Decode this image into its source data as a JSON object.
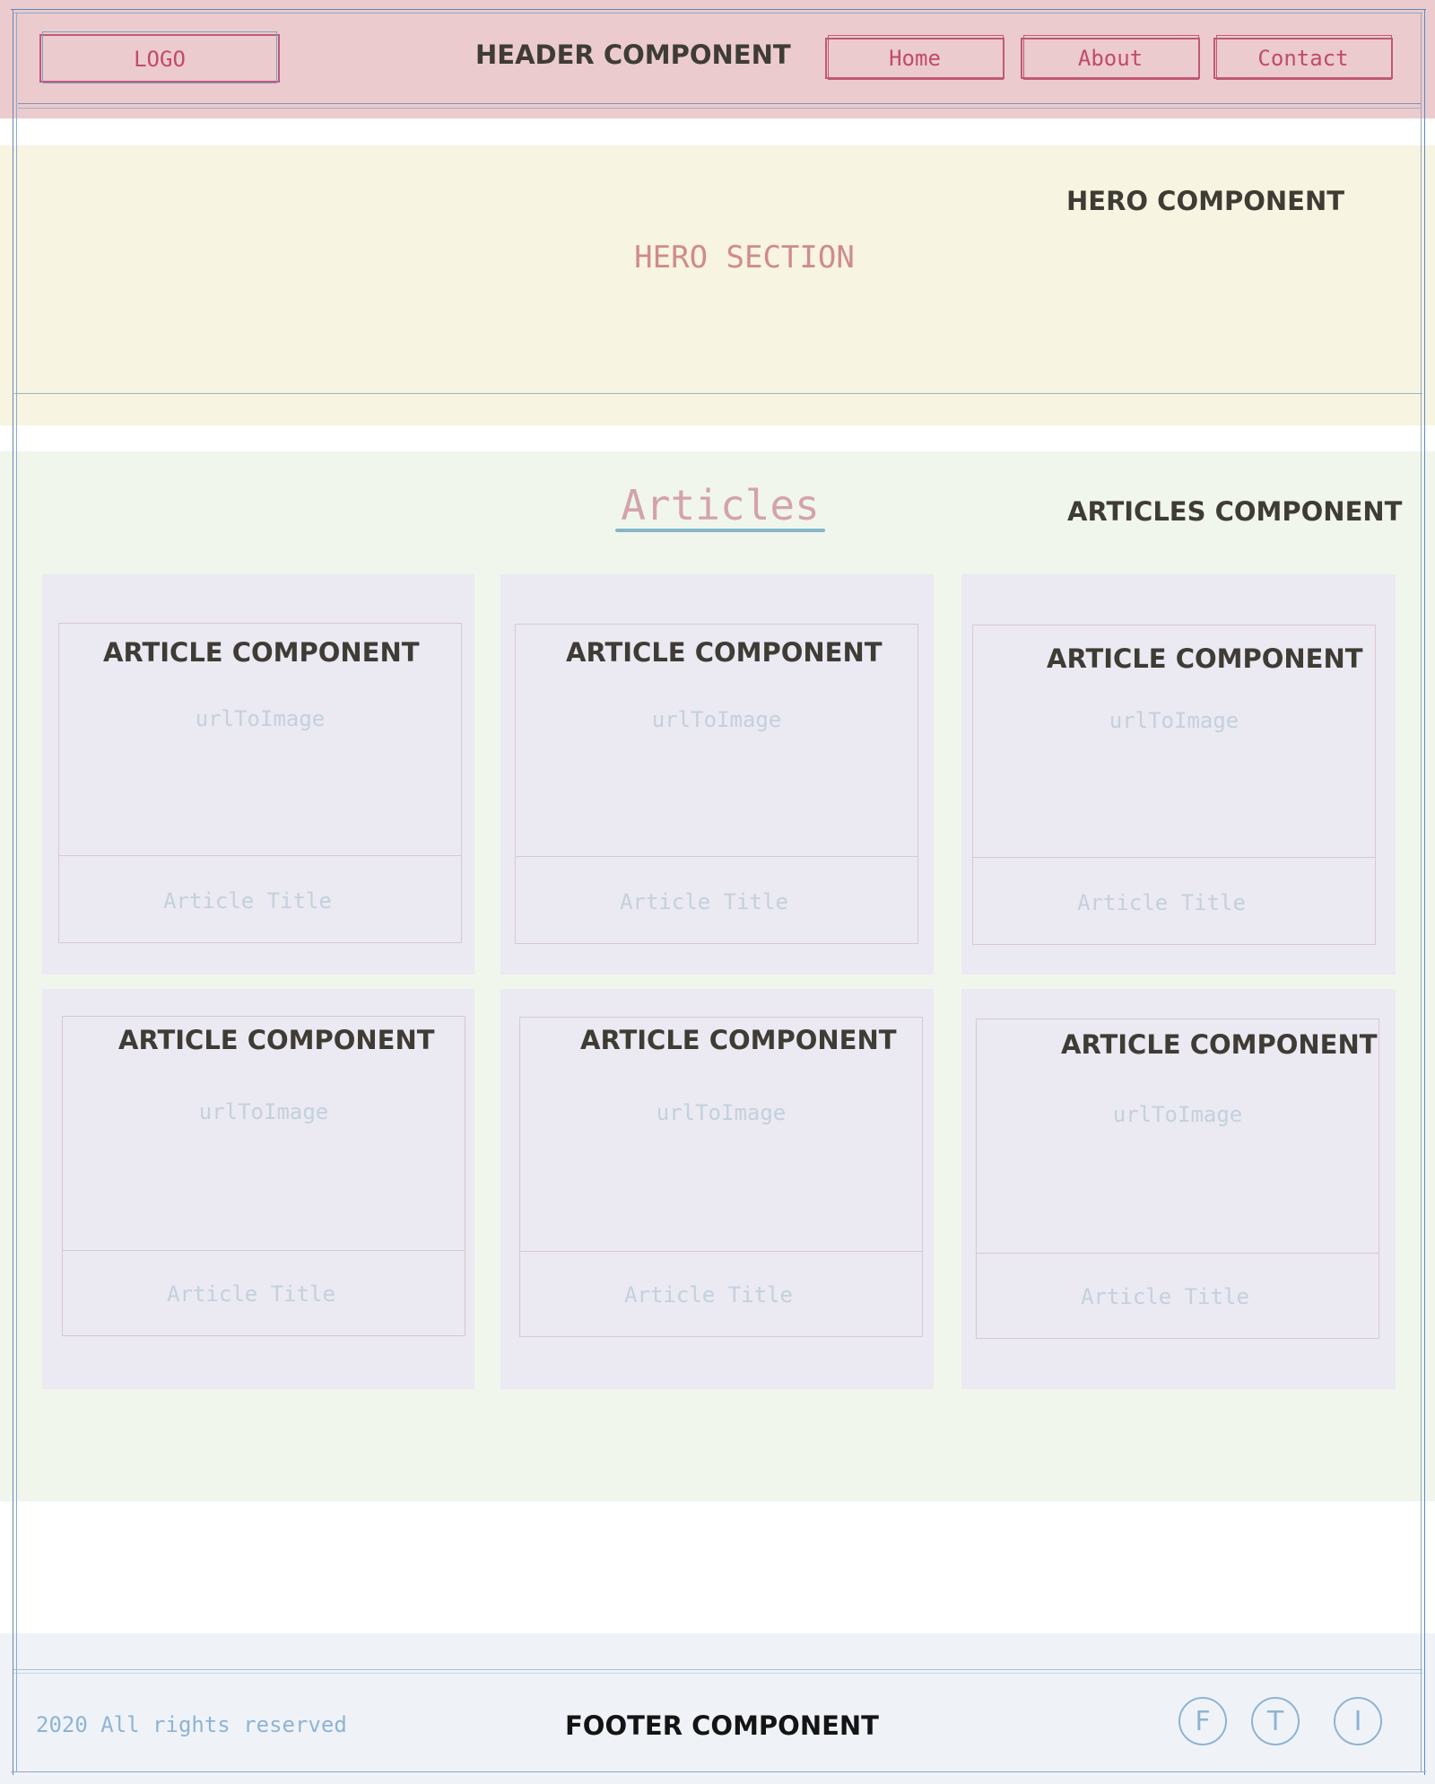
{
  "header": {
    "logo": "LOGO",
    "component_label": "HEADER COMPONENT",
    "nav": [
      {
        "label": "Home"
      },
      {
        "label": "About"
      },
      {
        "label": "Contact"
      }
    ]
  },
  "hero": {
    "component_label": "HERO COMPONENT",
    "text": "HERO SECTION"
  },
  "articles": {
    "heading": "Articles",
    "component_label": "ARTICLES COMPONENT",
    "cards": [
      {
        "label": "ARTICLE COMPONENT",
        "image": "urlToImage",
        "title": "Article Title"
      },
      {
        "label": "ARTICLE COMPONENT",
        "image": "urlToImage",
        "title": "Article Title"
      },
      {
        "label": "ARTICLE COMPONENT",
        "image": "urlToImage",
        "title": "Article Title"
      },
      {
        "label": "ARTICLE COMPONENT",
        "image": "urlToImage",
        "title": "Article Title"
      },
      {
        "label": "ARTICLE COMPONENT",
        "image": "urlToImage",
        "title": "Article Title"
      },
      {
        "label": "ARTICLE COMPONENT",
        "image": "urlToImage",
        "title": "Article Title"
      }
    ]
  },
  "footer": {
    "copyright": "2020 All rights reserved",
    "component_label": "FOOTER COMPONENT",
    "social": [
      {
        "label": "F",
        "icon": "facebook-icon"
      },
      {
        "label": "T",
        "icon": "twitter-icon"
      },
      {
        "label": "I",
        "icon": "instagram-icon"
      }
    ]
  },
  "colors": {
    "header_bg": "#ebcbcd",
    "hero_bg": "#f7f4e1",
    "articles_bg": "#f1f6ec",
    "card_bg": "#ebe9f2",
    "footer_bg": "#eff3f8",
    "accent_pink": "#c24a6c",
    "frame_blue": "#5f88bd"
  }
}
